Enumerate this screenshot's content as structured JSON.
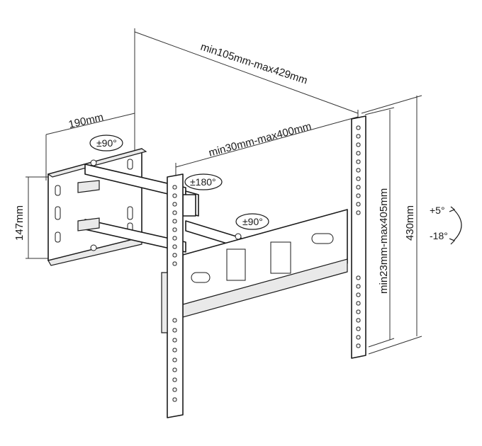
{
  "dimensions": {
    "arm_extension": "min105mm-max429mm",
    "wall_plate_depth": "190mm",
    "arm_reach": "min30mm-max400mm",
    "wall_plate_height": "147mm",
    "bracket_height": "430mm",
    "vesa_vertical": "min23mm-max405mm"
  },
  "rotations": {
    "wall_swivel": "±90°",
    "screen_rotation": "±180°",
    "arm_swivel": "±90°"
  },
  "tilt": {
    "up": "+5°",
    "down": "-18°"
  }
}
